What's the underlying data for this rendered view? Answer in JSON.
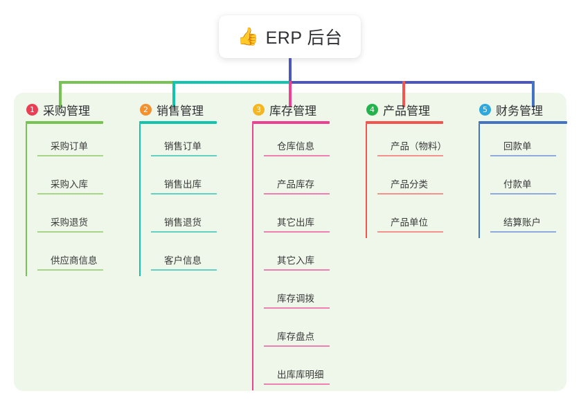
{
  "page": {
    "background": "#ffffff",
    "panel_color": "#eef7e9"
  },
  "root": {
    "icon": "thumbs-up-emoji",
    "emoji": "👍",
    "title": "ERP 后台",
    "stem_color": "#4b56c0"
  },
  "trunk": {
    "segments": [
      {
        "name": "trunk-green",
        "color": "#78c153"
      },
      {
        "name": "trunk-teal",
        "color": "#12c3ae"
      },
      {
        "name": "trunk-indigo",
        "color": "#4b56c0"
      }
    ]
  },
  "columns": [
    {
      "number": "1",
      "title": "采购管理",
      "badge_color": "#ea3e54",
      "line_color": "#78c153",
      "leaf_line_color": "#a8d48a",
      "items": [
        {
          "label": "采购订单"
        },
        {
          "label": "采购入库"
        },
        {
          "label": "采购退货"
        },
        {
          "label": "供应商信息"
        }
      ]
    },
    {
      "number": "2",
      "title": "销售管理",
      "badge_color": "#f3912f",
      "line_color": "#12c3ae",
      "leaf_line_color": "#63cfc3",
      "items": [
        {
          "label": "销售订单"
        },
        {
          "label": "销售出库"
        },
        {
          "label": "销售退货"
        },
        {
          "label": "客户信息"
        }
      ]
    },
    {
      "number": "3",
      "title": "库存管理",
      "badge_color": "#f5b622",
      "line_color": "#ee3f92",
      "leaf_line_color": "#ef7fb2",
      "items": [
        {
          "label": "仓库信息"
        },
        {
          "label": "产品库存"
        },
        {
          "label": "其它出库"
        },
        {
          "label": "其它入库"
        },
        {
          "label": "库存调拨"
        },
        {
          "label": "库存盘点"
        },
        {
          "label": "出库库明细"
        }
      ]
    },
    {
      "number": "4",
      "title": "产品管理",
      "badge_color": "#22b34c",
      "line_color": "#f4544f",
      "leaf_line_color": "#f5918c",
      "items": [
        {
          "label": "产品（物料）"
        },
        {
          "label": "产品分类"
        },
        {
          "label": "产品单位"
        }
      ]
    },
    {
      "number": "5",
      "title": "财务管理",
      "badge_color": "#2fa8dd",
      "line_color": "#4573c4",
      "leaf_line_color": "#8fa9dd",
      "items": [
        {
          "label": "回款单"
        },
        {
          "label": "付款单"
        },
        {
          "label": "结算账户"
        }
      ]
    }
  ]
}
